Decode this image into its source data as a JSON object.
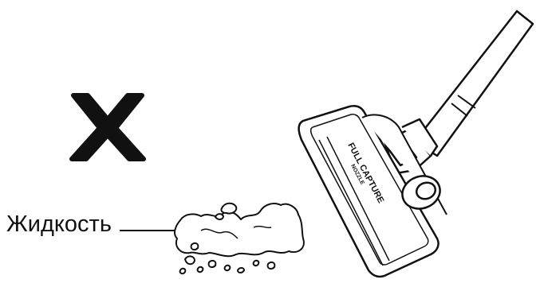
{
  "label": {
    "text": "Жидкость"
  },
  "nozzle": {
    "line1": "FULL CAPTURE",
    "line2": "NOZZLE"
  },
  "symbols": {
    "prohibition": "x-mark-icon"
  },
  "colors": {
    "ink": "#111111",
    "background": "#ffffff"
  }
}
